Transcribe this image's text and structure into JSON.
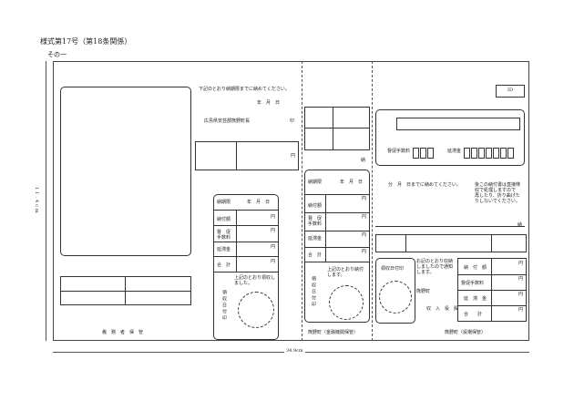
{
  "header": {
    "form_title": "様式第17号（第18条関係）",
    "form_sub": "その一"
  },
  "left": {
    "notice": "下記のとおり納期限までに納めてください。",
    "date": "年　月　日",
    "mayor": "広島県安芸郡熊野町長",
    "seal": "印",
    "yen": "円",
    "rows": [
      "納期限",
      "納付額",
      "督　促\n手数料",
      "延滞金",
      "合　計"
    ],
    "row_values": [
      "年　月　日",
      "円",
      "円",
      "円",
      "円"
    ],
    "receipt_note": "上記のとおり領収しました。",
    "receipt_date": "領収日付印",
    "keeper": "義　務　者　保　管",
    "side_dim": "11.4cm"
  },
  "middle": {
    "top_label": "納",
    "rows": [
      "納期限",
      "納付額",
      "督　促\n手数料",
      "延滞金",
      "合　計"
    ],
    "row_right": [
      "年　月　日",
      "円",
      "円",
      "円",
      "円"
    ],
    "receipt_note": "上記のとおり納付します。",
    "receipt_date": "領収日付印",
    "footer": "熊野町（金融機関保管）"
  },
  "right": {
    "id_label": "ID",
    "fee_label": "督促手数料",
    "late_label": "延滞金",
    "deadline_text": "分　月　日までに納めてください。",
    "warning": "後この納付書は直接徴\n収で処理しますので\n再したり、折り曲げた\nりしないでください。",
    "nou": "納",
    "seal_label": "領収日付印",
    "notice": "お記のとおり収納\nしましたので通知\nします。",
    "town": "熊野町",
    "collector": "収　入　役　殿",
    "rows": [
      "納　付　額",
      "督促手数料",
      "延　滞　金",
      "合　　計"
    ],
    "yen": "円",
    "footer": "熊野町（役場保管）"
  },
  "bottom_dim": "34.9cm"
}
